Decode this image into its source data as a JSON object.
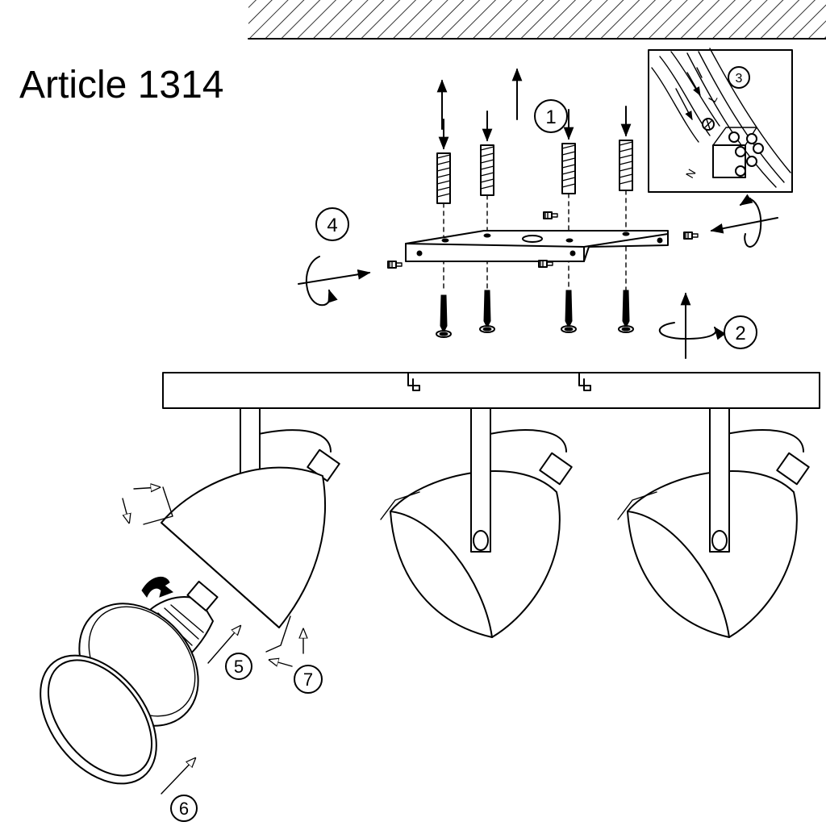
{
  "title": "Article 1314",
  "steps": [
    {
      "number": "1"
    },
    {
      "number": "2"
    },
    {
      "number": "3"
    },
    {
      "number": "4"
    },
    {
      "number": "5"
    },
    {
      "number": "6"
    },
    {
      "number": "7"
    }
  ],
  "wiring_labels": {
    "live": "L",
    "neutral": "N"
  }
}
